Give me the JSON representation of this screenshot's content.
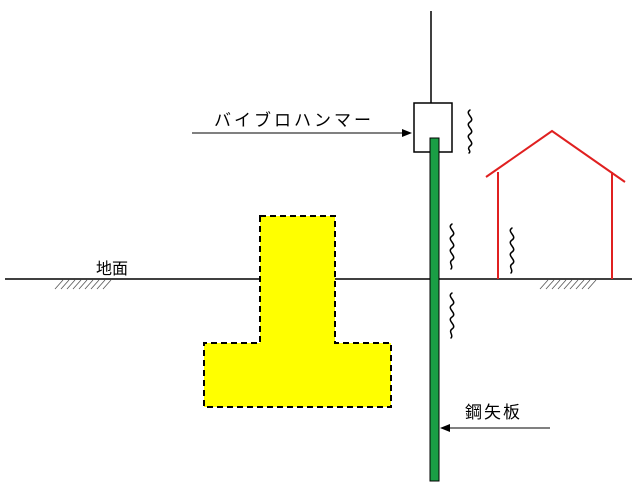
{
  "labels": {
    "vibro_hammer": "バイブロハンマー",
    "ground": "地面",
    "steel_sheet_pile": "鋼矢板"
  },
  "colors": {
    "sheet_pile": "#1a9e45",
    "foundation": "#ffff00",
    "house": "#e02020",
    "line": "#000000"
  }
}
